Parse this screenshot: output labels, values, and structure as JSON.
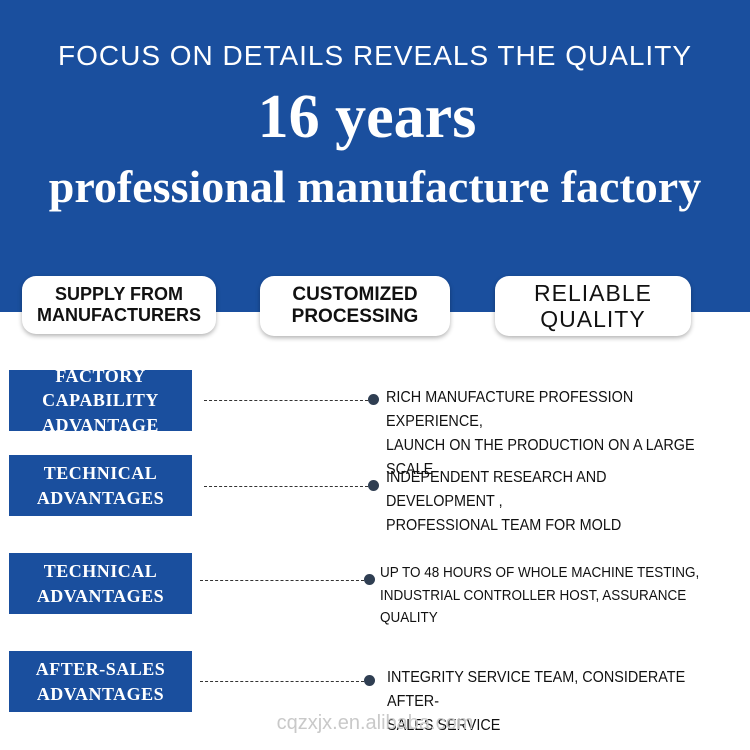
{
  "header": {
    "tagline": "FOCUS ON DETAILS REVEALS THE QUALITY",
    "years": "16 years",
    "factory": "professional manufacture factory"
  },
  "pills": [
    "SUPPLY FROM\nMANUFACTURERS",
    "CUSTOMIZED\nPROCESSING",
    "RELIABLE\nQUALITY"
  ],
  "advantages": [
    {
      "title": "FACTORY CAPABILITY\nADVANTAGE",
      "desc": "RICH MANUFACTURE PROFESSION EXPERIENCE,\nLAUNCH ON THE PRODUCTION  ON A LARGE SCALE"
    },
    {
      "title": "TECHNICAL\nADVANTAGES",
      "desc": "INDEPENDENT RESEARCH AND DEVELOPMENT ,\nPROFESSIONAL TEAM FOR MOLD"
    },
    {
      "title": "TECHNICAL\nADVANTAGES",
      "desc": "UP TO 48 HOURS OF WHOLE MACHINE TESTING,\nINDUSTRIAL CONTROLLER HOST, ASSURANCE QUALITY"
    },
    {
      "title": "AFTER-SALES\nADVANTAGES",
      "desc": "INTEGRITY SERVICE TEAM, CONSIDERATE AFTER-\nSALES SERVICE"
    }
  ],
  "watermark": "cqzxjx.en.alibaba.com",
  "colors": {
    "brand_blue": "#1a4f9e",
    "dot": "#2f3e52"
  }
}
